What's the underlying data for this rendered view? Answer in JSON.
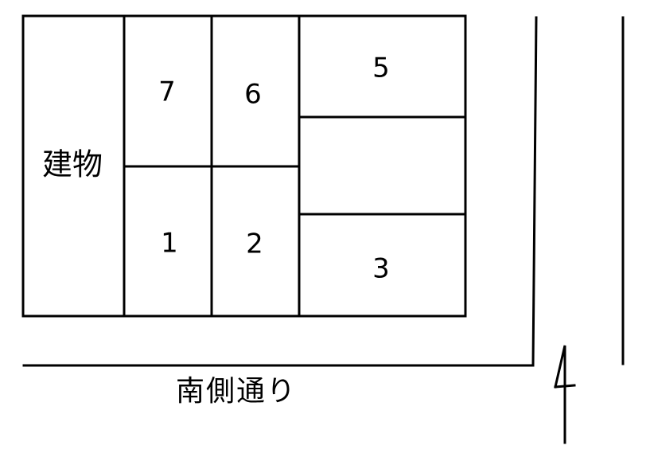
{
  "building_label": "建物",
  "road_label": "南側通り",
  "spaces": [
    {
      "id": "7",
      "label": "7"
    },
    {
      "id": "6",
      "label": "6"
    },
    {
      "id": "5",
      "label": "5"
    },
    {
      "id": "1",
      "label": "1"
    },
    {
      "id": "2",
      "label": "2"
    },
    {
      "id": "3",
      "label": "3"
    }
  ]
}
